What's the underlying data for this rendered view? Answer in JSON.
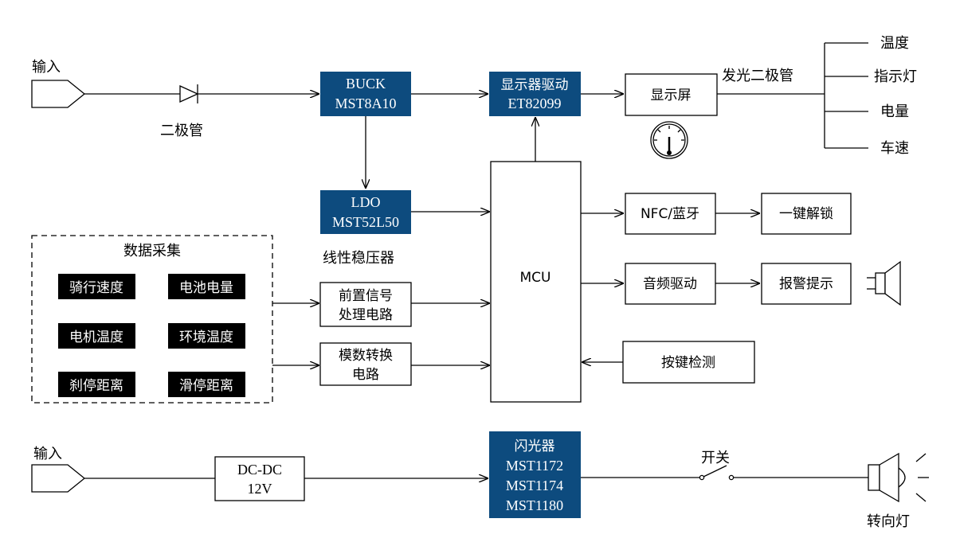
{
  "labels": {
    "input_top": "输入",
    "diode": "二极管",
    "buck_line1": "BUCK",
    "buck_line2": "MST8A10",
    "display_driver_line1": "显示器驱动",
    "display_driver_line2": "ET82099",
    "display": "显示屏",
    "led_label": "发光二极管",
    "led_items": [
      "温度",
      "指示灯",
      "电量",
      "车速"
    ],
    "ldo_line1": "LDO",
    "ldo_line2": "MST52L50",
    "ldo_caption": "线性稳压器",
    "mcu": "MCU",
    "nfc": "NFC/蓝牙",
    "unlock": "一键解锁",
    "audio_driver": "音频驱动",
    "alarm": "报警提示",
    "key_detect": "按键检测",
    "data_acq_title": "数据采集",
    "data_acq_items": [
      "骑行速度",
      "电池电量",
      "电机温度",
      "环境温度",
      "刹停距离",
      "滑停距离"
    ],
    "preproc_line1": "前置信号",
    "preproc_line2": "处理电路",
    "adc_line1": "模数转换",
    "adc_line2": "电路",
    "input_bottom": "输入",
    "dcdc_line1": "DC-DC",
    "dcdc_line2": "12V",
    "flasher_lines": [
      "闪光器",
      "MST1172",
      "MST1174",
      "MST1180"
    ],
    "switch": "开关",
    "turn_light": "转向灯"
  },
  "colors": {
    "navy_block": "#0d4b7e",
    "data_block": "#000000",
    "line": "#000000",
    "background": "#ffffff"
  }
}
